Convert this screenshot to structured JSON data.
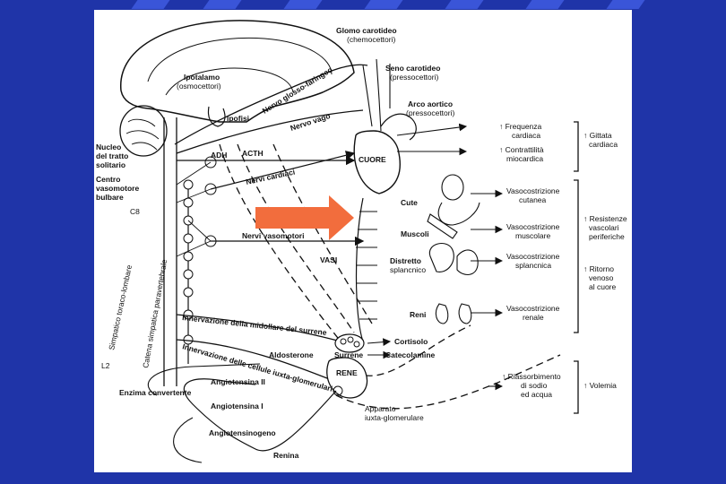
{
  "colors": {
    "background": "#1f34a8",
    "panel": "#ffffff",
    "ink": "#111111",
    "arrow": "#f26d3d"
  },
  "diagram": {
    "glomo": "Glomo carotideo",
    "glomo_sub": "(chemocettori)",
    "seno": "Seno carotideo",
    "seno_sub": "(pressocettori)",
    "arco": "Arco aortico",
    "arco_sub": "(pressocettori)",
    "ipotalamo": "Ipotalamo",
    "ipotalamo_sub": "(osmocettori)",
    "ipofisi": "Ipofisi",
    "nervo_glosso": "Nervo glosso-faringeo",
    "nervo_vago": "Nervo vago",
    "nucleo": [
      "Nucleo",
      "del tratto",
      "solitario"
    ],
    "centro": [
      "Centro",
      "vasomotore",
      "bulbare"
    ],
    "c8": "C8",
    "l2": "L2",
    "adh": "ADH",
    "acth": "ACTH",
    "nervi_cardiaci": "Nervi cardiaci",
    "nervi_vasomotori": "Nervi vasomotori",
    "cuore": "CUORE",
    "vasi": "VASI",
    "simpatico": "Simpatico toraco-lombare",
    "catena": "Catena simpatica paravertebrale",
    "innervazione_midollare": "Innervazione della midollare del surrene",
    "innervazione_cellule": "Innervazione delle cellule iuxta-glomerulari",
    "aldosterone": "Aldosterone",
    "surrene": "Surrene",
    "rene": "RENE",
    "cortisolo": "Cortisolo",
    "catecolamine": "Catecolamine",
    "enzima": "Enzima convertente",
    "angiotensina2": "Angiotensina II",
    "angiotensina1": "Angiotensina I",
    "angiotensinogeno": "Angiotensinogeno",
    "renina": "Renina",
    "apparato": [
      "Apparato",
      "iuxta-glomerulare"
    ],
    "cute": "Cute",
    "muscoli": "Muscoli",
    "distretto": [
      "Distretto",
      "splancnico"
    ],
    "reni": "Reni",
    "eff_frequenza": [
      "↑ Frequenza",
      "cardiaca"
    ],
    "eff_contrattilita": [
      "↑ Contrattilità",
      "miocardica"
    ],
    "eff_cutanea": [
      "Vasocostrizione",
      "cutanea"
    ],
    "eff_muscolare": [
      "Vasocostrizione",
      "muscolare"
    ],
    "eff_splancnica": [
      "Vasocostrizione",
      "splancnica"
    ],
    "eff_renale": [
      "Vasocostrizione",
      "renale"
    ],
    "eff_riassorbimento": [
      "↑ Riassorbimento",
      "di sodio",
      "ed acqua"
    ],
    "out_gittata": [
      "↑ Gittata",
      "cardiaca"
    ],
    "out_resistenze": [
      "↑ Resistenze",
      "vascolari",
      "periferiche"
    ],
    "out_ritorno": [
      "↑ Ritorno",
      "venoso",
      "al cuore"
    ],
    "out_volemia": "↑ Volemia"
  }
}
